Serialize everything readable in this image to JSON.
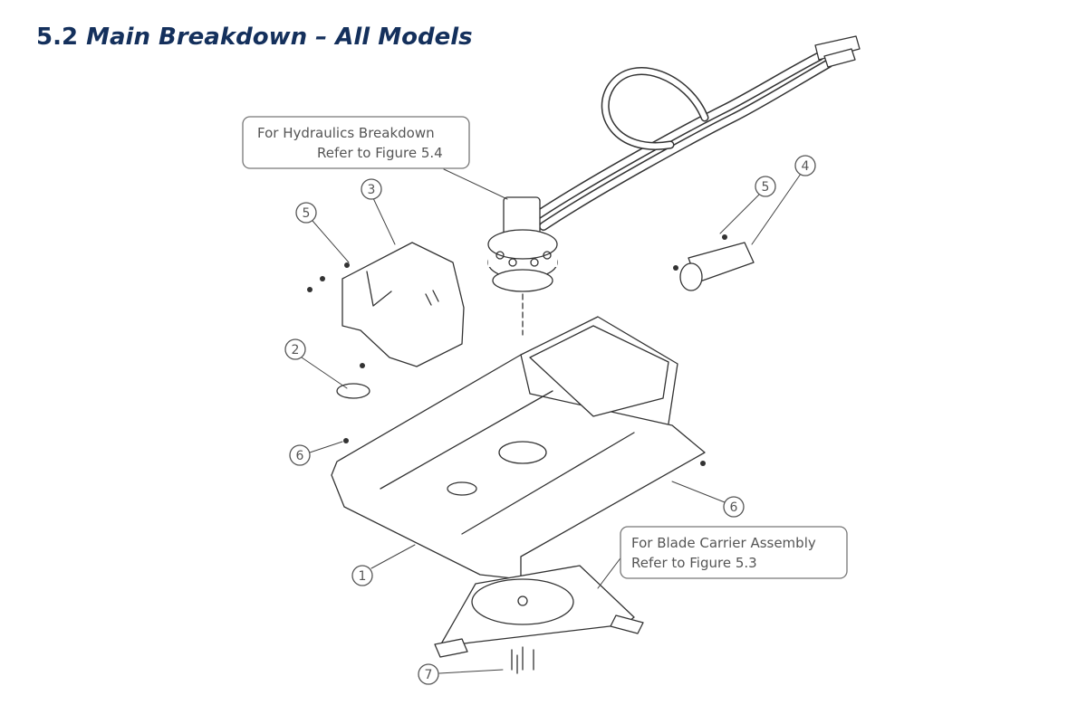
{
  "title": {
    "number": "5.2",
    "text": "Main Breakdown – All Models"
  },
  "callouts": [
    {
      "line1": "For Hydraulics Breakdown",
      "line2": "Refer to Figure 5.4"
    },
    {
      "line1": "For Blade Carrier Assembly",
      "line2": "Refer to Figure 5.3"
    }
  ],
  "part_labels": {
    "deck": "1",
    "cover_plate": "2",
    "motor_shield": "3",
    "filter": "4",
    "bolt_shield": "5",
    "bolt_filter": "5",
    "bolt_left": "6",
    "bolt_right": "6",
    "blade_bolts": "7"
  }
}
